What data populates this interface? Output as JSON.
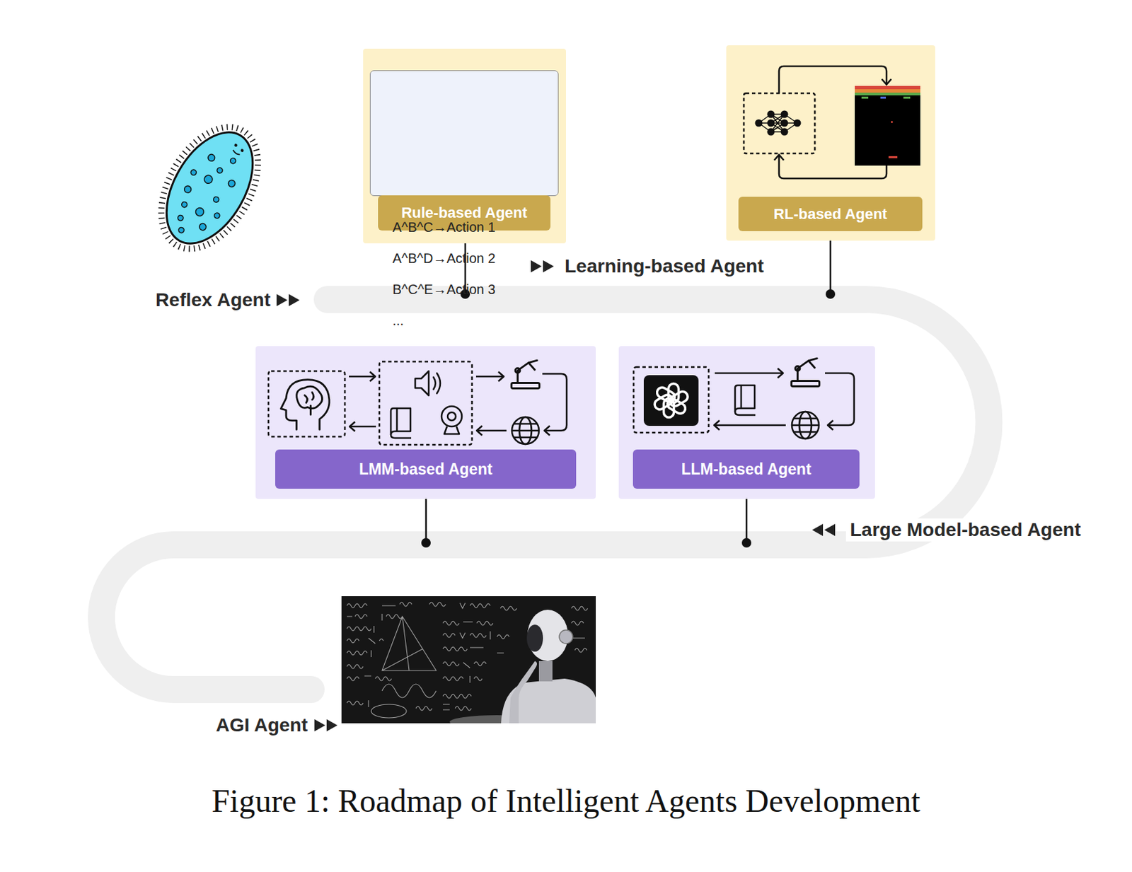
{
  "diagram": {
    "caption": "Figure 1: Roadmap of Intelligent Agents Development",
    "nodes": [
      {
        "text": [
          "Rule-based Agent"
        ]
      },
      {
        "text": [
          "A^B^C→Action 1",
          "A^B^D→Action 2",
          "B^C^E→Action 3",
          "..."
        ],
        "in": 0
      },
      {
        "text": [
          "RL-based Agent"
        ]
      },
      {
        "text": [
          "LMM-based Agent"
        ]
      },
      {
        "text": [
          "LLM-based Agent"
        ]
      }
    ],
    "labels": [
      "Reflex Agent",
      "Learning-based Agent",
      "Large Model-based Agent",
      "AGI Agent"
    ]
  }
}
